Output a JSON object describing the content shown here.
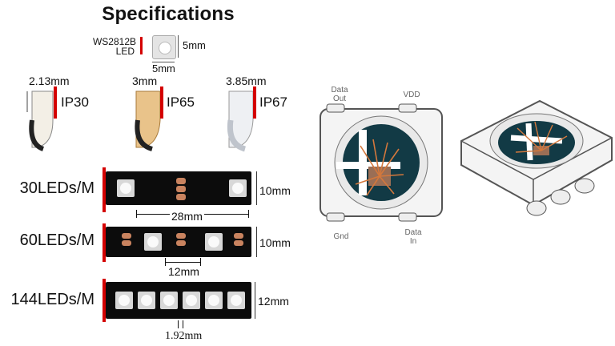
{
  "title": "Specifications",
  "led": {
    "name": "WS2812B",
    "sub": "LED",
    "size_right": "5mm",
    "size_bottom": "5mm"
  },
  "ratings": [
    {
      "thickness": "2.13mm",
      "ip": "IP30"
    },
    {
      "thickness": "3mm",
      "ip": "IP65"
    },
    {
      "thickness": "3.85mm",
      "ip": "IP67"
    }
  ],
  "strips": [
    {
      "label": "30LEDs/M",
      "pitch": "28mm",
      "width": "10mm"
    },
    {
      "label": "60LEDs/M",
      "pitch": "12mm",
      "width": "10mm"
    },
    {
      "label": "144LEDs/M",
      "pitch": "1.92mm",
      "width": "12mm"
    }
  ],
  "pins": {
    "data_out": "Data\nOut",
    "vdd": "VDD",
    "gnd": "Gnd",
    "data_in": "Data\nIn"
  }
}
